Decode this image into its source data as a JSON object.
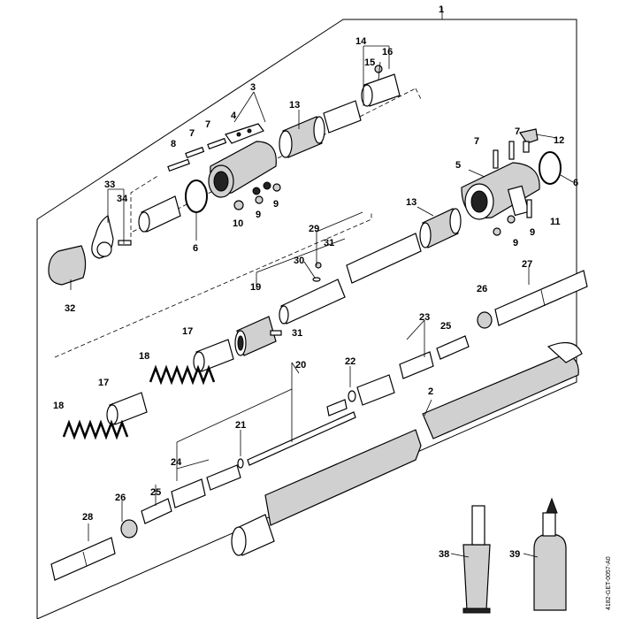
{
  "diagram": {
    "callouts": [
      {
        "id": "c1",
        "text": "1"
      },
      {
        "id": "c14",
        "text": "14"
      },
      {
        "id": "c16",
        "text": "16"
      },
      {
        "id": "c15",
        "text": "15"
      },
      {
        "id": "c3",
        "text": "3"
      },
      {
        "id": "c4",
        "text": "4"
      },
      {
        "id": "c13a",
        "text": "13"
      },
      {
        "id": "c7a",
        "text": "7"
      },
      {
        "id": "c7b",
        "text": "7"
      },
      {
        "id": "c8",
        "text": "8"
      },
      {
        "id": "c7c",
        "text": "7"
      },
      {
        "id": "c12",
        "text": "12"
      },
      {
        "id": "c7d",
        "text": "7"
      },
      {
        "id": "c5",
        "text": "5"
      },
      {
        "id": "c6a",
        "text": "6"
      },
      {
        "id": "c33",
        "text": "33"
      },
      {
        "id": "c34",
        "text": "34"
      },
      {
        "id": "c9a",
        "text": "9"
      },
      {
        "id": "c9b",
        "text": "9"
      },
      {
        "id": "c10",
        "text": "10"
      },
      {
        "id": "c6b",
        "text": "6"
      },
      {
        "id": "c13b",
        "text": "13"
      },
      {
        "id": "c11",
        "text": "11"
      },
      {
        "id": "c9c",
        "text": "9"
      },
      {
        "id": "c9d",
        "text": "9"
      },
      {
        "id": "c29",
        "text": "29"
      },
      {
        "id": "c31a",
        "text": "31"
      },
      {
        "id": "c30",
        "text": "30"
      },
      {
        "id": "c27",
        "text": "27"
      },
      {
        "id": "c32",
        "text": "32"
      },
      {
        "id": "c19",
        "text": "19"
      },
      {
        "id": "c26a",
        "text": "26"
      },
      {
        "id": "c17a",
        "text": "17"
      },
      {
        "id": "c31b",
        "text": "31"
      },
      {
        "id": "c23",
        "text": "23"
      },
      {
        "id": "c25a",
        "text": "25"
      },
      {
        "id": "c18a",
        "text": "18"
      },
      {
        "id": "c20",
        "text": "20"
      },
      {
        "id": "c22",
        "text": "22"
      },
      {
        "id": "c17b",
        "text": "17"
      },
      {
        "id": "c2",
        "text": "2"
      },
      {
        "id": "c18b",
        "text": "18"
      },
      {
        "id": "c21",
        "text": "21"
      },
      {
        "id": "c24",
        "text": "24"
      },
      {
        "id": "c25b",
        "text": "25"
      },
      {
        "id": "c26b",
        "text": "26"
      },
      {
        "id": "c28",
        "text": "28"
      },
      {
        "id": "c38",
        "text": "38"
      },
      {
        "id": "c39",
        "text": "39"
      }
    ],
    "drawing_code": "4182-GET-0057-A0"
  }
}
